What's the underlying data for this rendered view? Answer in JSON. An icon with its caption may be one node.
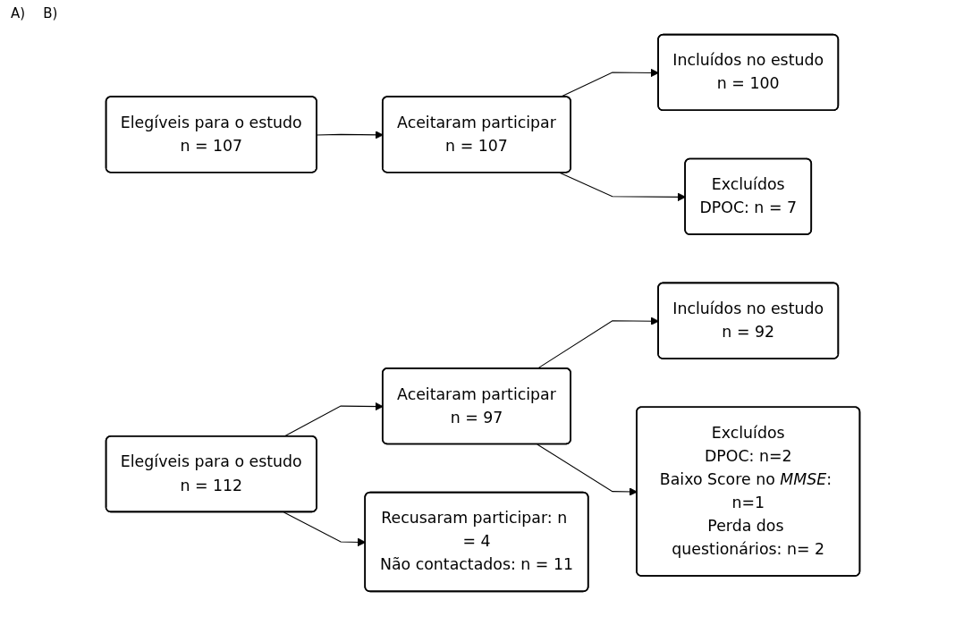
{
  "diagram": {
    "nodes": [
      {
        "text": [
          "Elegíveis para o estudo",
          "n = 107"
        ]
      },
      {
        "text": [
          "Aceitaram participar",
          "n = 107"
        ]
      },
      {
        "text": [
          "Incluídos no estudo",
          "n = 100"
        ]
      },
      {
        "text": [
          "Excluídos",
          "DPOC: n = 7"
        ]
      },
      {
        "text": [
          "Elegíveis para o estudo",
          "n = 112"
        ]
      },
      {
        "text": [
          "Aceitaram participar",
          "n = 97"
        ]
      },
      {
        "text": [
          "Incluídos no estudo",
          "n = 92"
        ]
      },
      {
        "text": [
          "Recusaram participar: n = 4",
          "Não contactados: n = 11"
        ]
      },
      {
        "text": [
          "Excluídos",
          "DPOC: n=2",
          "Baixo Score no *MMSE*: n=1",
          "Perda dos questionários: n= 2"
        ]
      }
    ],
    "edges": [
      {
        "from": 0,
        "to": 1,
        "arrow": "to"
      },
      {
        "from": 1,
        "to": 2,
        "arrow": "to"
      },
      {
        "from": 1,
        "to": 3,
        "arrow": "to"
      },
      {
        "from": 4,
        "to": 5,
        "arrow": "to"
      },
      {
        "from": 4,
        "to": 7,
        "arrow": "to"
      },
      {
        "from": 5,
        "to": 6,
        "arrow": "to"
      },
      {
        "from": 5,
        "to": 8,
        "arrow": "to"
      }
    ],
    "labels": [
      "A)",
      "B)"
    ]
  }
}
